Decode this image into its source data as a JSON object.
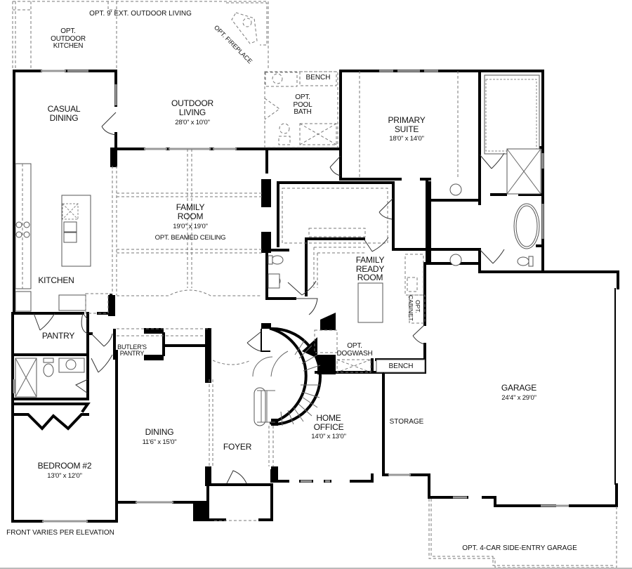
{
  "plan": {
    "type": "floor-plan",
    "rooms": [
      {
        "id": "opt-outdoor-kitchen",
        "name": "OPT.\nOUTDOOR\nKITCHEN",
        "lines": [
          "OPT.",
          "OUTDOOR",
          "KITCHEN"
        ],
        "dims": ""
      },
      {
        "id": "casual-dining",
        "lines": [
          "CASUAL",
          "DINING"
        ],
        "dims": ""
      },
      {
        "id": "outdoor-living",
        "lines": [
          "OUTDOOR",
          "LIVING"
        ],
        "dims": "28'0\" x 10'0\""
      },
      {
        "id": "opt-pool-bath",
        "lines": [
          "OPT.",
          "POOL",
          "BATH"
        ],
        "dims": ""
      },
      {
        "id": "primary-suite",
        "lines": [
          "PRIMARY",
          "SUITE"
        ],
        "dims": "18'0\" x 14'0\""
      },
      {
        "id": "family-room",
        "lines": [
          "FAMILY",
          "ROOM"
        ],
        "dims": "19'0\" x 19'0\"",
        "note": "OPT. BEAMED CEILING"
      },
      {
        "id": "kitchen",
        "lines": [
          "KITCHEN"
        ],
        "dims": ""
      },
      {
        "id": "family-ready-room",
        "lines": [
          "FAMILY",
          "READY",
          "ROOM"
        ],
        "dims": ""
      },
      {
        "id": "pantry",
        "lines": [
          "PANTRY"
        ],
        "dims": ""
      },
      {
        "id": "butlers-pantry",
        "lines": [
          "BUTLER'S",
          "PANTRY"
        ],
        "dims": ""
      },
      {
        "id": "garage",
        "lines": [
          "GARAGE"
        ],
        "dims": "24'4\" x 29'0\""
      },
      {
        "id": "storage",
        "lines": [
          "STORAGE"
        ],
        "dims": ""
      },
      {
        "id": "home-office",
        "lines": [
          "HOME",
          "OFFICE"
        ],
        "dims": "14'0\" x 13'0\""
      },
      {
        "id": "dining",
        "lines": [
          "DINING"
        ],
        "dims": "11'6\" x 15'0\""
      },
      {
        "id": "foyer",
        "lines": [
          "FOYER"
        ],
        "dims": ""
      },
      {
        "id": "bedroom-2",
        "lines": [
          "BEDROOM #2"
        ],
        "dims": "13'0\" x 12'0\""
      }
    ],
    "annotations": {
      "opt_ext_outdoor_living": "OPT. 9' EXT. OUTDOOR LIVING",
      "opt_fireplace": "OPT. FIREPLACE",
      "bench_pool_bath": "BENCH",
      "bench_mudroom": "BENCH",
      "opt_dogwash": "OPT.\nDOGWASH",
      "opt_dogwash_l1": "OPT.",
      "opt_dogwash_l2": "DOGWASH",
      "opt_cabinet_l1": "OPT.",
      "opt_cabinet_l2": "CABINET",
      "front_varies": "FRONT VARIES PER ELEVATION",
      "opt_4car_garage": "OPT. 4-CAR SIDE-ENTRY GARAGE"
    },
    "colors": {
      "wall": "#000000",
      "window": "#9a9a9a",
      "optional_dashed": "#777777",
      "background": "#ffffff"
    }
  }
}
